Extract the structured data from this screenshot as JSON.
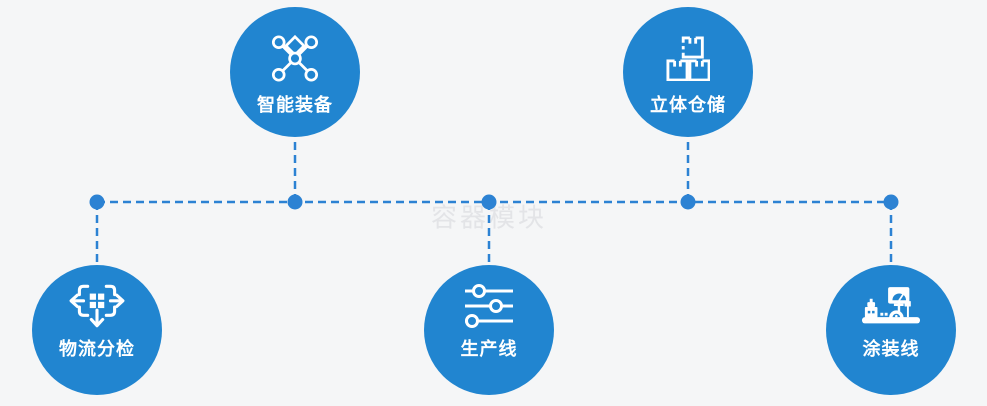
{
  "theme": {
    "background": "#f5f6f7",
    "accent": "#2185d0",
    "connector": "#2c82d3",
    "watermark_color": "#e3e4e7",
    "icon_color": "#ffffff",
    "label_color": "#ffffff"
  },
  "watermark": "容器模块",
  "nodes": [
    {
      "label": "智能装备",
      "icon": "network-nodes-icon"
    },
    {
      "label": "立体仓储",
      "icon": "stacked-boxes-icon"
    },
    {
      "label": "物流分检",
      "icon": "sorting-crosshair-icon"
    },
    {
      "label": "生产线",
      "icon": "sliders-icon"
    },
    {
      "label": "涂装线",
      "icon": "control-machine-icon"
    }
  ]
}
